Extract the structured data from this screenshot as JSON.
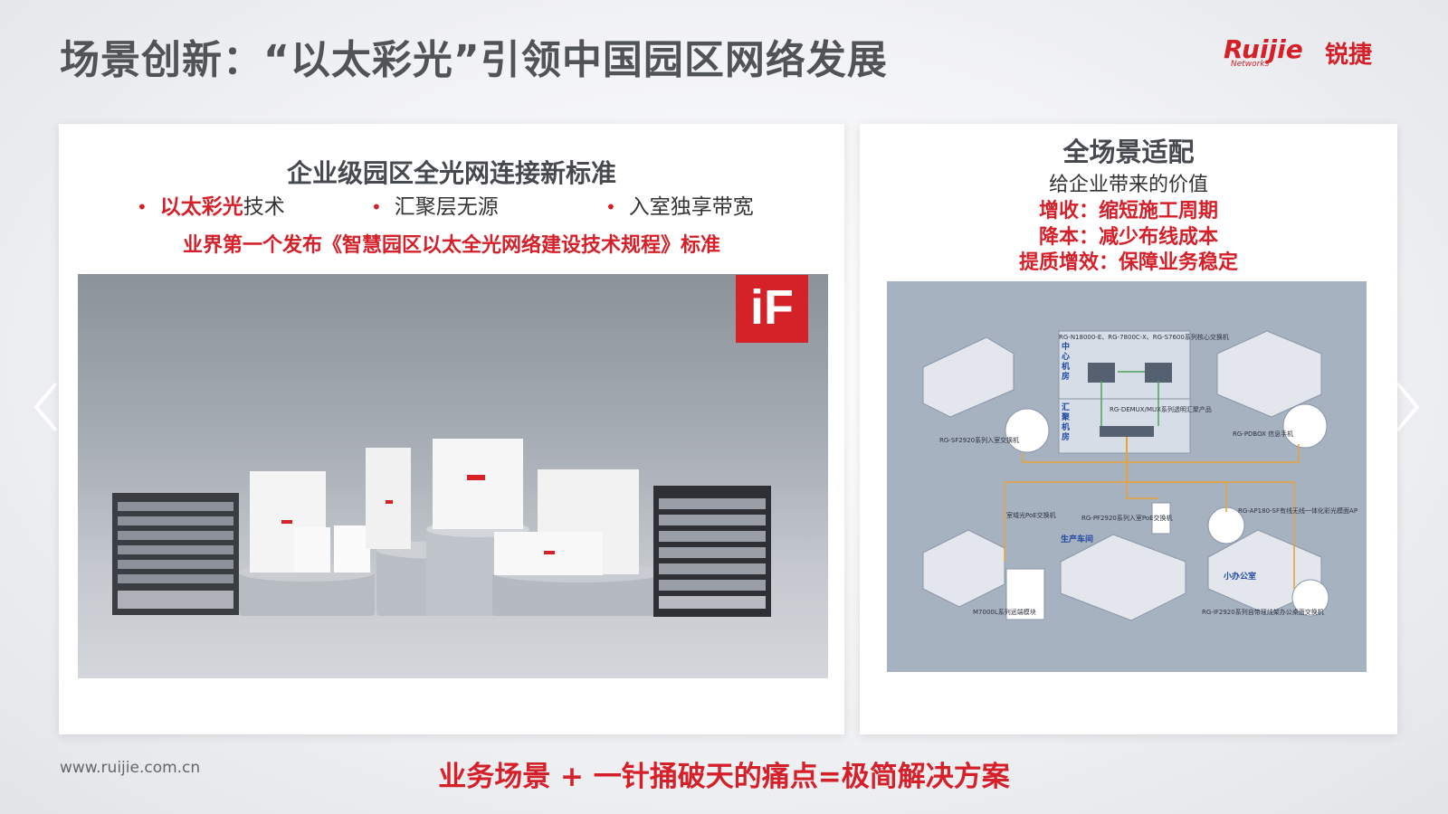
{
  "slide": {
    "title": "场景创新：“以太彩光”引领中国园区网络发展",
    "website": "www.ruijie.com.cn",
    "slogan": "业务场景  +  一针捅破天的痛点=极简解决方案"
  },
  "logo": {
    "wordmark": "Ruijie",
    "sub": "Networks",
    "chinese": "锐捷",
    "color": "#d5202a"
  },
  "left_panel": {
    "title": "企业级园区全光网连接新标准",
    "features": [
      {
        "highlight": "以太彩光",
        "rest": "技术"
      },
      {
        "highlight": "",
        "rest": "汇聚层无源"
      },
      {
        "highlight": "",
        "rest": "入室独享带宽"
      }
    ],
    "standard_note": "业界第一个发布《智慧园区以太全光网络建设技术规程》标准",
    "badge": "iF"
  },
  "right_panel": {
    "title": "全场景适配",
    "subtitle": "给企业带来的价值",
    "values": [
      "增收：缩短施工周期",
      "降本：减少布线成本",
      "提质增效：保障业务稳定"
    ],
    "diagram": {
      "core_devices": "RG-N18000-E、RG-7800C-X、RG-S7600系列核心交换机",
      "center_room": "中心机房",
      "aggregation_room": "汇聚机房",
      "mux": "RG-DEMUX/MUX系列透明汇聚产品",
      "sf2920": "RG-SF2920系列入室交换机",
      "pdbox": "RG-PDBOX 信息手机",
      "poe_switch": "室域光PoE交换机",
      "pf2920": "RG-PF2920系列入室PoE交换机",
      "ap180": "RG-AP180-SF有线无线一体化彩光模面AP",
      "production": "生产车间",
      "office": "小办公室",
      "m7000l": "M7000L系列远端模块",
      "if2920": "RG-IF2920系列自带理线架办公桌面交换机"
    }
  }
}
